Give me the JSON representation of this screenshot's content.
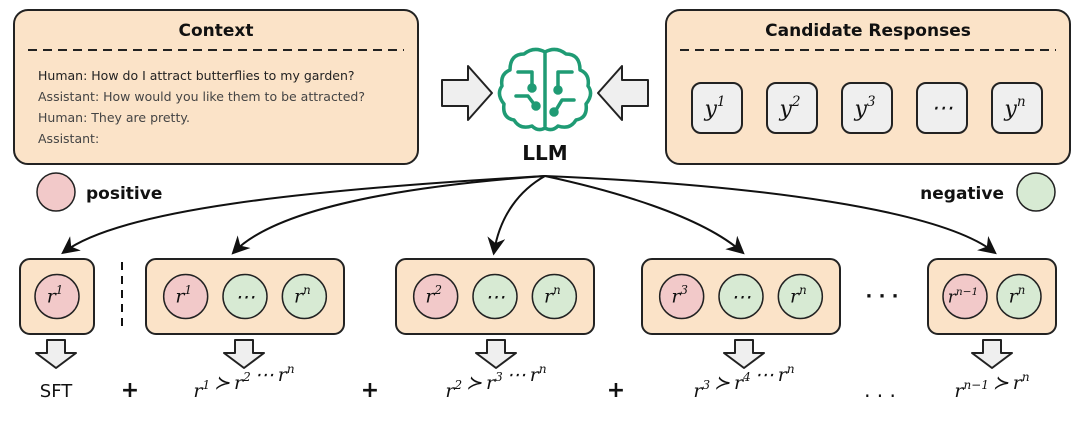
{
  "context": {
    "title": "Context",
    "lines": [
      "Human: How do I attract butterflies to my garden?",
      "Assistant: How would you like them to be attracted?",
      "Human: They are pretty.",
      "Assistant:"
    ]
  },
  "llm_label": "LLM",
  "candidates": {
    "title": "Candidate Responses",
    "items": [
      {
        "base": "y",
        "sup": "1"
      },
      {
        "base": "y",
        "sup": "2"
      },
      {
        "base": "y",
        "sup": "3"
      },
      {
        "ellipsis": "⋯"
      },
      {
        "base": "y",
        "sup": "n"
      }
    ]
  },
  "legend": {
    "positive": "positive",
    "negative": "negative"
  },
  "groups": [
    {
      "circles": [
        {
          "base": "r",
          "sup": "1",
          "kind": "pos"
        }
      ]
    },
    {
      "circles": [
        {
          "base": "r",
          "sup": "1",
          "kind": "pos"
        },
        {
          "ellipsis": "⋯",
          "kind": "neg"
        },
        {
          "base": "r",
          "sup": "n",
          "kind": "neg"
        }
      ]
    },
    {
      "circles": [
        {
          "base": "r",
          "sup": "2",
          "kind": "pos"
        },
        {
          "ellipsis": "⋯",
          "kind": "neg"
        },
        {
          "base": "r",
          "sup": "n",
          "kind": "neg"
        }
      ]
    },
    {
      "circles": [
        {
          "base": "r",
          "sup": "3",
          "kind": "pos"
        },
        {
          "ellipsis": "⋯",
          "kind": "neg"
        },
        {
          "base": "r",
          "sup": "n",
          "kind": "neg"
        }
      ]
    },
    {
      "circles": [
        {
          "base": "r",
          "sup": "n−1",
          "kind": "pos"
        },
        {
          "base": "r",
          "sup": "n",
          "kind": "neg"
        }
      ]
    }
  ],
  "between_ellipsis": "· · ·",
  "bottom": {
    "sft": "SFT",
    "plus": "+",
    "formulas": [
      [
        {
          "b": "r",
          "s": "1"
        },
        {
          "op": "≻"
        },
        {
          "b": "r",
          "s": "2"
        },
        {
          "op": "⋯"
        },
        {
          "b": "r",
          "s": "n"
        }
      ],
      [
        {
          "b": "r",
          "s": "2"
        },
        {
          "op": "≻"
        },
        {
          "b": "r",
          "s": "3"
        },
        {
          "op": "⋯"
        },
        {
          "b": "r",
          "s": "n"
        }
      ],
      [
        {
          "b": "r",
          "s": "3"
        },
        {
          "op": "≻"
        },
        {
          "b": "r",
          "s": "4"
        },
        {
          "op": "⋯"
        },
        {
          "b": "r",
          "s": "n"
        }
      ],
      [
        {
          "b": "r",
          "s": "n−1"
        },
        {
          "op": "≻"
        },
        {
          "b": "r",
          "s": "n"
        }
      ]
    ],
    "ellipsis": ". . ."
  },
  "colors": {
    "box_fill": "#fbe3c8",
    "box_stroke": "#222222",
    "pos": "#f2c9c9",
    "neg": "#d7ead3",
    "logo": "#1f9b74",
    "candidate_fill": "#efefef",
    "context_text": "#222222"
  }
}
